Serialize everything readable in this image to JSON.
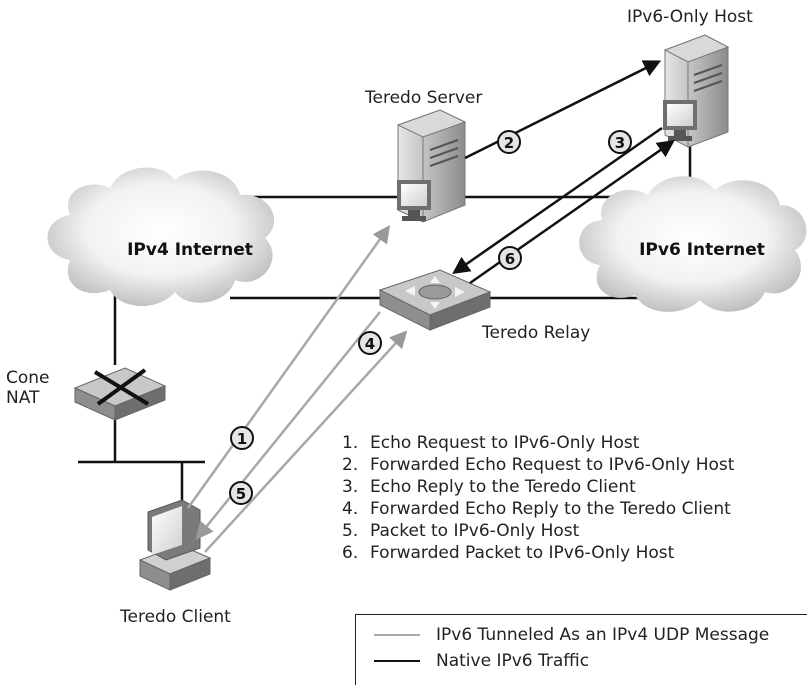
{
  "labels": {
    "ipv6_only_host": "IPv6-Only Host",
    "teredo_server": "Teredo Server",
    "ipv4_internet": "IPv4 Internet",
    "ipv6_internet": "IPv6 Internet",
    "teredo_relay": "Teredo Relay",
    "cone_nat": "Cone NAT",
    "teredo_client": "Teredo Client"
  },
  "markers": [
    "1",
    "2",
    "3",
    "4",
    "5",
    "6"
  ],
  "steps": [
    {
      "num": "1.",
      "text": "Echo Request to IPv6-Only Host"
    },
    {
      "num": "2.",
      "text": "Forwarded Echo Request to IPv6-Only Host"
    },
    {
      "num": "3.",
      "text": "Echo Reply to the Teredo Client"
    },
    {
      "num": "4.",
      "text": "Forwarded Echo Reply to the Teredo Client"
    },
    {
      "num": "5.",
      "text": "Packet to IPv6-Only Host"
    },
    {
      "num": "6.",
      "text": "Forwarded Packet to IPv6-Only Host"
    }
  ],
  "legend": {
    "tunneled": {
      "label": "IPv6 Tunneled As an  IPv4 UDP Message",
      "color": "#aaaaaa"
    },
    "native": {
      "label": "Native IPv6 Traffic",
      "color": "#111111"
    }
  }
}
